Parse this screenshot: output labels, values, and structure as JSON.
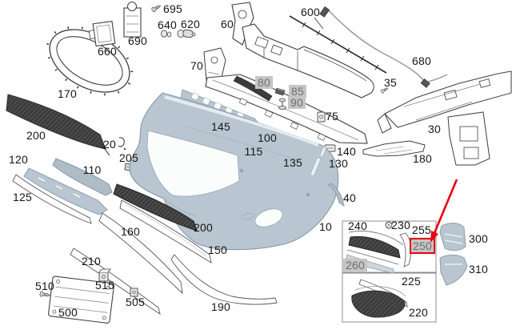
{
  "diagram": {
    "type": "exploded-parts-diagram",
    "subject": "front-bumper-assembly",
    "background": "#ffffff",
    "colors": {
      "line": "#3e3e3e",
      "label_text": "#151515",
      "highlight_bg": "#c5c5c5",
      "highlight_text": "#6e6e6e",
      "callout_red": "#e8000d",
      "painted_part_fill": "#b9c6d1",
      "painted_part_stroke": "#8597a3",
      "mesh_dark": "#3c3c3c",
      "inset_border": "#8c8c8c"
    },
    "part_numbers": {
      "10": "10",
      "20": "20",
      "30": "30",
      "35": "35",
      "40": "40",
      "60": "60",
      "70": "70",
      "75": "75",
      "80": "80",
      "85": "85",
      "90": "90",
      "100": "100",
      "110": "110",
      "115": "115",
      "120": "120",
      "125": "125",
      "130": "130",
      "135": "135",
      "140": "140",
      "145": "145",
      "150": "150",
      "160": "160",
      "170": "170",
      "180": "180",
      "190": "190",
      "200": "200",
      "205": "205",
      "210": "210",
      "220": "220",
      "225": "225",
      "230": "230",
      "240": "240",
      "250": "250",
      "255": "255",
      "260": "260",
      "300": "300",
      "310": "310",
      "500": "500",
      "505": "505",
      "510": "510",
      "515": "515",
      "600": "600",
      "620": "620",
      "640": "640",
      "660": "660",
      "680": "680",
      "690": "690",
      "695": "695"
    },
    "highlighted_parts": [
      "80",
      "85",
      "90",
      "250",
      "260"
    ],
    "callout": {
      "target_part": "250",
      "style": "red-arrow-and-red-box"
    },
    "inset_panels": [
      {
        "parts": [
          "240",
          "230",
          "255",
          "250",
          "260"
        ]
      },
      {
        "parts": [
          "225",
          "220"
        ]
      }
    ]
  }
}
